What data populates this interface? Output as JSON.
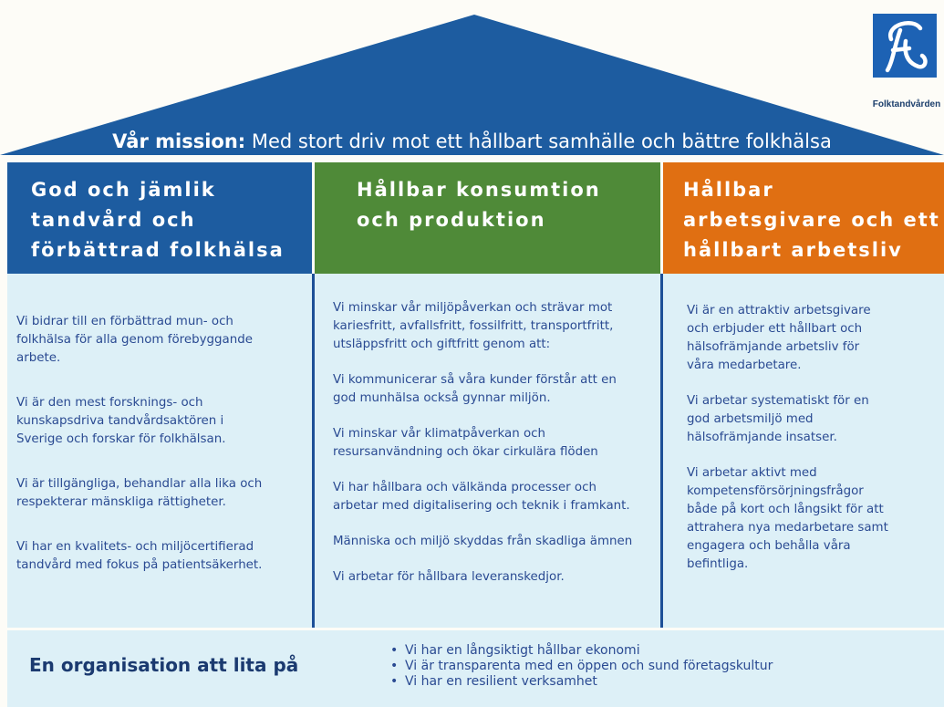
{
  "brand": {
    "name": "Folktandvården"
  },
  "mission": {
    "label": "Vår mission:",
    "text": "Med stort driv mot ett hållbart samhälle och bättre folkhälsa"
  },
  "columns": [
    {
      "header": [
        "God och jämlik",
        "tandvård och",
        "förbättrad folkhälsa"
      ],
      "color": "#1d5ca0",
      "paragraphs": [
        [
          "Vi bidrar till en förbättrad mun- och",
          "folkhälsa för alla genom förebyggande",
          "arbete."
        ],
        [
          "Vi är den mest forsknings- och",
          "kunskapsdriva tandvårdsaktören i",
          "Sverige och forskar för folkhälsan."
        ],
        [
          "Vi är tillgängliga, behandlar alla lika och",
          "respekterar mänskliga rättigheter."
        ],
        [
          "Vi har en kvalitets- och miljöcertifierad",
          "tandvård med fokus på patientsäkerhet."
        ]
      ]
    },
    {
      "header": [
        "Hållbar konsumtion",
        "och produktion"
      ],
      "color": "#4f8a38",
      "paragraphs": [
        [
          "Vi minskar vår miljöpåverkan och  strävar mot",
          "kariesfritt, avfallsfritt, fossilfritt, transportfritt,",
          "utsläppsfritt och giftfritt genom att:"
        ],
        [
          "Vi kommunicerar så våra kunder förstår att en",
          "god munhälsa också gynnar miljön."
        ],
        [
          "Vi minskar vår klimatpåverkan och",
          "resursanvändning och ökar cirkulära flöden"
        ],
        [
          "Vi har hållbara och välkända processer och",
          "arbetar med digitalisering och teknik i framkant."
        ],
        [
          "Människa och miljö skyddas från skadliga ämnen"
        ],
        [
          "Vi arbetar för hållbara leveranskedjor."
        ]
      ]
    },
    {
      "header": [
        "Hållbar",
        "arbetsgivare och ett",
        "hållbart arbetsliv"
      ],
      "color": "#e06f12",
      "paragraphs": [
        [
          "Vi är en attraktiv arbetsgivare",
          "och erbjuder ett hållbart och",
          "hälsofrämjande arbetsliv för",
          "våra medarbetare."
        ],
        [
          "Vi arbetar systematiskt för en",
          "god arbetsmiljö med",
          "hälsofrämjande insatser."
        ],
        [
          "Vi arbetar aktivt med",
          "kompetensförsörjningsfrågor",
          "både på kort och långsikt för att",
          "attrahera nya medarbetare samt",
          "engagera och behålla våra",
          "befintliga."
        ]
      ]
    }
  ],
  "foundation": {
    "title": "En organisation att lita på",
    "bullet": "•",
    "items": [
      "Vi har en långsiktigt hållbar ekonomi",
      "Vi är transparenta med en öppen och sund företagskultur",
      "Vi har en resilient verksamhet"
    ]
  }
}
